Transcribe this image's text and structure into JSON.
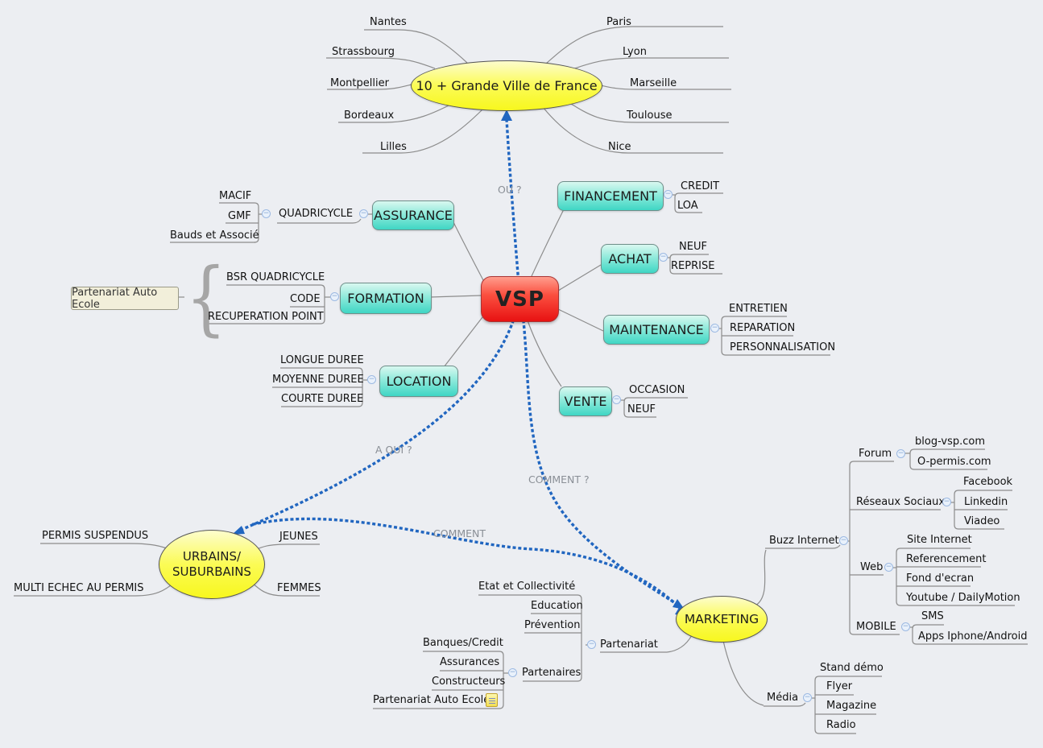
{
  "map": {
    "center": "VSP",
    "top": {
      "title": "10 + Grande Ville de France",
      "left": [
        "Nantes",
        "Strassbourg",
        "Montpellier",
        "Bordeaux",
        "Lilles"
      ],
      "right": [
        "Paris",
        "Lyon",
        "Marseille",
        "Toulouse",
        "Nice"
      ]
    },
    "assurance": {
      "label": "ASSURANCE",
      "quadricycle": "QUADRICYCLE",
      "providers": [
        "MACIF",
        "GMF",
        "Bauds et Associé"
      ]
    },
    "formation": {
      "label": "FORMATION",
      "children": [
        "BSR QUADRICYCLE",
        "CODE",
        "RECUPERATION POINT"
      ],
      "callout": "Partenariat Auto Ecole"
    },
    "location": {
      "label": "LOCATION",
      "children": [
        "LONGUE DUREE",
        "MOYENNE DUREE",
        "COURTE DUREE"
      ]
    },
    "financement": {
      "label": "FINANCEMENT",
      "children": [
        "CREDIT",
        "LOA"
      ]
    },
    "achat": {
      "label": "ACHAT",
      "children": [
        "NEUF",
        "REPRISE"
      ]
    },
    "maintenance": {
      "label": "MAINTENANCE",
      "children": [
        "ENTRETIEN",
        "REPARATION",
        "PERSONNALISATION"
      ]
    },
    "vente": {
      "label": "VENTE",
      "children": [
        "OCCASION",
        "NEUF"
      ]
    },
    "audience": {
      "line1": "URBAINS/",
      "line2": "SUBURBAINS",
      "left": [
        "PERMIS SUSPENDUS",
        "MULTI ECHEC AU PERMIS"
      ],
      "right": [
        "JEUNES",
        "FEMMES"
      ]
    },
    "marketing": {
      "label": "MARKETING",
      "buzz": {
        "label": "Buzz Internet",
        "forum": {
          "label": "Forum",
          "children": [
            "blog-vsp.com",
            "O-permis.com"
          ]
        },
        "social": {
          "label": "Réseaux Sociaux",
          "children": [
            "Facebook",
            "Linkedin",
            "Viadeo"
          ]
        },
        "web": {
          "label": "Web",
          "children": [
            "Site Internet",
            "Referencement",
            "Fond d'ecran",
            "Youtube / DailyMotion"
          ]
        },
        "mobile": {
          "label": "MOBILE",
          "children": [
            "SMS",
            "Apps Iphone/Android"
          ]
        }
      },
      "partenariat": {
        "label": "Partenariat",
        "children": [
          "Etat et Collectivité",
          "Education",
          "Prévention"
        ],
        "partenaires": {
          "label": "Partenaires",
          "children": [
            "Banques/Credit",
            "Assurances",
            "Constructeurs",
            "Partenariat Auto Ecole"
          ]
        }
      },
      "media": {
        "label": "Média",
        "children": [
          "Stand démo",
          "Flyer",
          "Magazine",
          "Radio"
        ]
      }
    },
    "arrows": {
      "ou": "OU ?",
      "a_qui": "A QUI ?",
      "comment_q": "COMMENT ?",
      "comment": "COMMENT"
    },
    "colors": {
      "arrow_blue": "#2166c0",
      "topic_teal": "#3fd6c4",
      "center_red": "#e81212",
      "ellipse_yellow": "#fbfb55",
      "line_gray": "#8c8c8c"
    }
  }
}
